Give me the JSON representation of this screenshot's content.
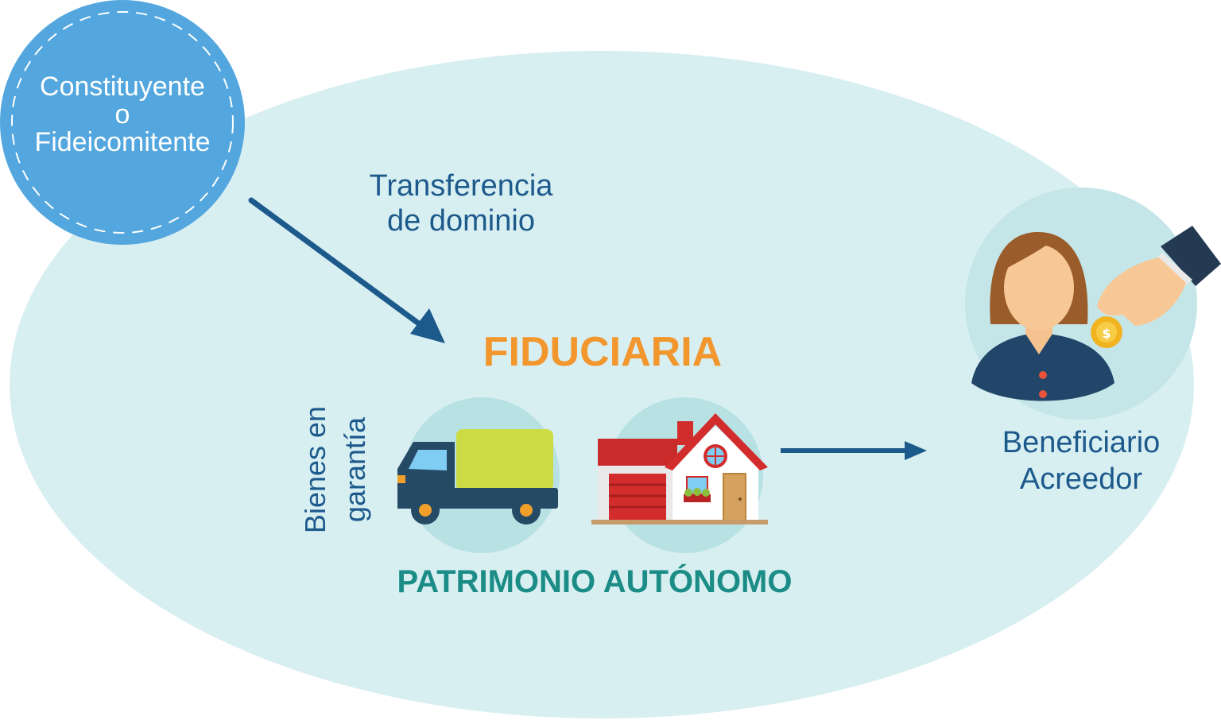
{
  "constituyente": {
    "line1": "Constituyente",
    "line2": "o",
    "line3": "Fideicomitente"
  },
  "transferencia": {
    "line1": "Transferencia",
    "line2": "de dominio"
  },
  "fiduciaria": {
    "label": "FIDUCIARIA"
  },
  "bienes": {
    "line1": "Bienes en",
    "line2": "garantía"
  },
  "patrimonio": {
    "label": "PATRIMONIO AUTÓNOMO"
  },
  "beneficiario": {
    "line1": "Beneficiario",
    "line2": "Acreedor"
  },
  "icons": [
    "truck-icon",
    "house-icon",
    "woman-avatar-icon",
    "hand-coin-icon"
  ],
  "colors": {
    "background_ellipse": "#d8eff2",
    "constituyente_circle": "#53a7de",
    "arrow": "#1d5a8c",
    "fiduciaria": "#f2962e",
    "patrimonio": "#1c8c86",
    "icon_circle": "#b8e1e3"
  }
}
